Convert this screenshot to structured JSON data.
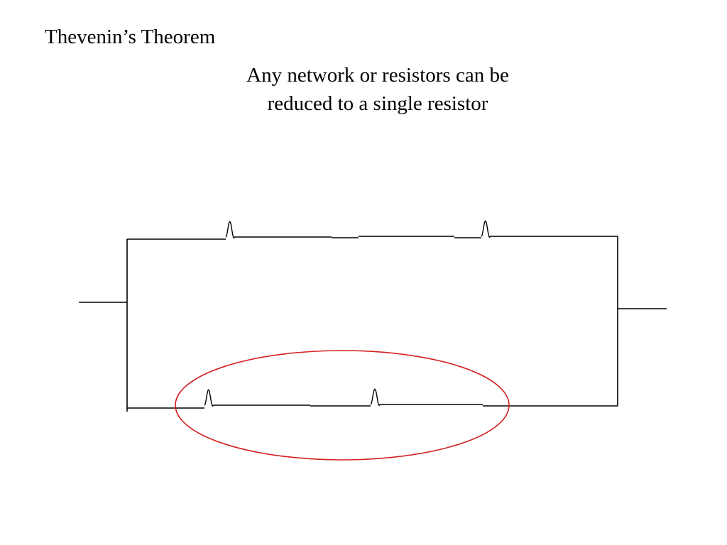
{
  "slide": {
    "title": "Thevenin’s Theorem",
    "subtitle_lines": [
      "Any network or resistors can be",
      "reduced to a single resistor"
    ]
  },
  "circuit": {
    "wire_color": "#000000",
    "highlight_color": "#d42020",
    "resistors": [
      {
        "name": "resistor-top-left"
      },
      {
        "name": "resistor-top-right"
      },
      {
        "name": "resistor-bottom-left"
      },
      {
        "name": "resistor-bottom-right"
      }
    ],
    "highlight": {
      "name": "series-resistors-highlight"
    }
  }
}
